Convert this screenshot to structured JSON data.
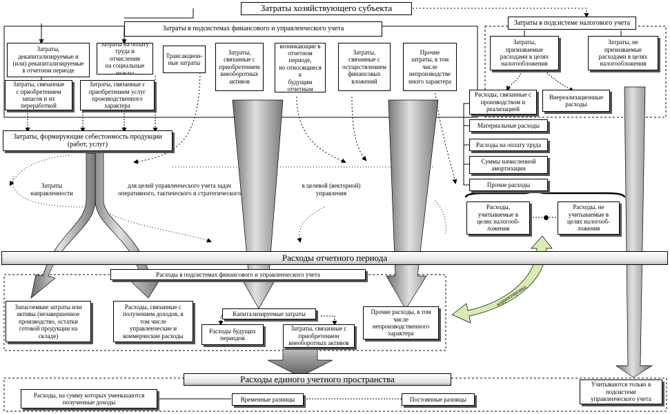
{
  "nodes": {
    "main_title": "Затраты хозяйствующего субъекта",
    "fin_mgmt_header": "Затраты в подсистемах финансового и управленческого учета",
    "tax_header": "Затраты в подсистеме налогового учета",
    "capitalized_reported": "Затраты,\nдекапитализируемые и\n(или) рекапитализируемые\nв отчетном периоде",
    "labor_costs": "Затраты на оплату\nтруда и отчисления\nна социальные\nнужды",
    "transaction_costs": "Трансакцион-\nные затраты",
    "noncurrent_assets_costs": "Затраты,\nсвязанные с\nприобретением\nвнеоборотных\nактивов",
    "future_period_costs": "Затраты\nвозникающие в\nотчетном периоде,\nно относящиеся к\nбудущим отчетным\nпериодам",
    "financial_investments": "Затраты,\nсвязанные с\nосуществлением\nфинансовых\nвложений",
    "other_costs_top": "Прочие\nзатраты, в том\nчисле\nнепроизводстве\nнного характера",
    "inventory_costs": "Затраты, связанные\nс приобретением\nзапасов и их\nпереработкой",
    "services_costs": "Затраты, связанные с\nприобретением услуг\nпроизводственного\nхарактера",
    "tax_recognized": "Затраты,\nпризнаваемые\nрасходами в целях\nналогообложения",
    "tax_not_recognized": "Затраты, не\nпризнаваемые\nрасходами в целях\nналогообложения",
    "production_expenses": "Расходы, связанные с\nпроизводством и\nреализацией",
    "non_operating": "Внереализационные\nрасходы",
    "material_expenses": "Материальные расходы",
    "labor_expenses": "Расходы на оплату труда",
    "depreciation": "Суммы начисленной\nамортизации",
    "other_expenses_tax": "Прочие расходы",
    "cost_of_production": "Затраты, формирующие себестоимость продукции\n(работ, услуг)",
    "directed_costs": "Затраты\nнаправленности",
    "mgmt_purposes": "для целей управленческого учета задач\nоперативного, тактического и стратегического",
    "vector_management": "в целевой (векторной)\nуправления",
    "tax_accounted": "Расходы,\nучитываемые в\nцелях налогооб-\nложения",
    "tax_not_accounted": "Расходы, не\nучитываемые в\nцелях налогооб-\nложения",
    "reporting_period": "Расходы отчетного периода",
    "fin_mgmt_expenses": "Расходы в подсистемах финансового и управленческого учета",
    "capitalizable_costs": "Запасоемкие затраты или\nактивы (незавершенное\nпроизводство, остатки\nготовой продукции на\nскладе)",
    "income_related": "Расходы, связанные с\nполучением доходов, в\nтом числе\nуправленческие и\nкоммерческие расходы",
    "capitalized": "Капитализируемые затраты",
    "future_expenses": "Расходы будущих\nпериодов",
    "noncurrent_acq": "Затраты, связанные с\nприобретением\nвнеоборотных активов",
    "other_expenses_bottom": "Прочие расходы, в том\nчисле\nнепроизводственного\nхарактера",
    "correction": "корректировка",
    "unified_space": "Расходы единого учетного пространства",
    "income_reducing": "Расходы, на сумму которых уменьшаются\nполученные доходы",
    "temporary_diff": "Временные разницы",
    "permanent_diff": "Постоянные разницы",
    "mgmt_only": "Учитываются только в\nподсистеме\nуправленческого учета"
  },
  "colors": {
    "line": "#000000",
    "arrow_fill_light": "#f2f2f2",
    "arrow_fill_dark": "#8a8a8a",
    "correction_arrow": "#d9ecb0"
  }
}
